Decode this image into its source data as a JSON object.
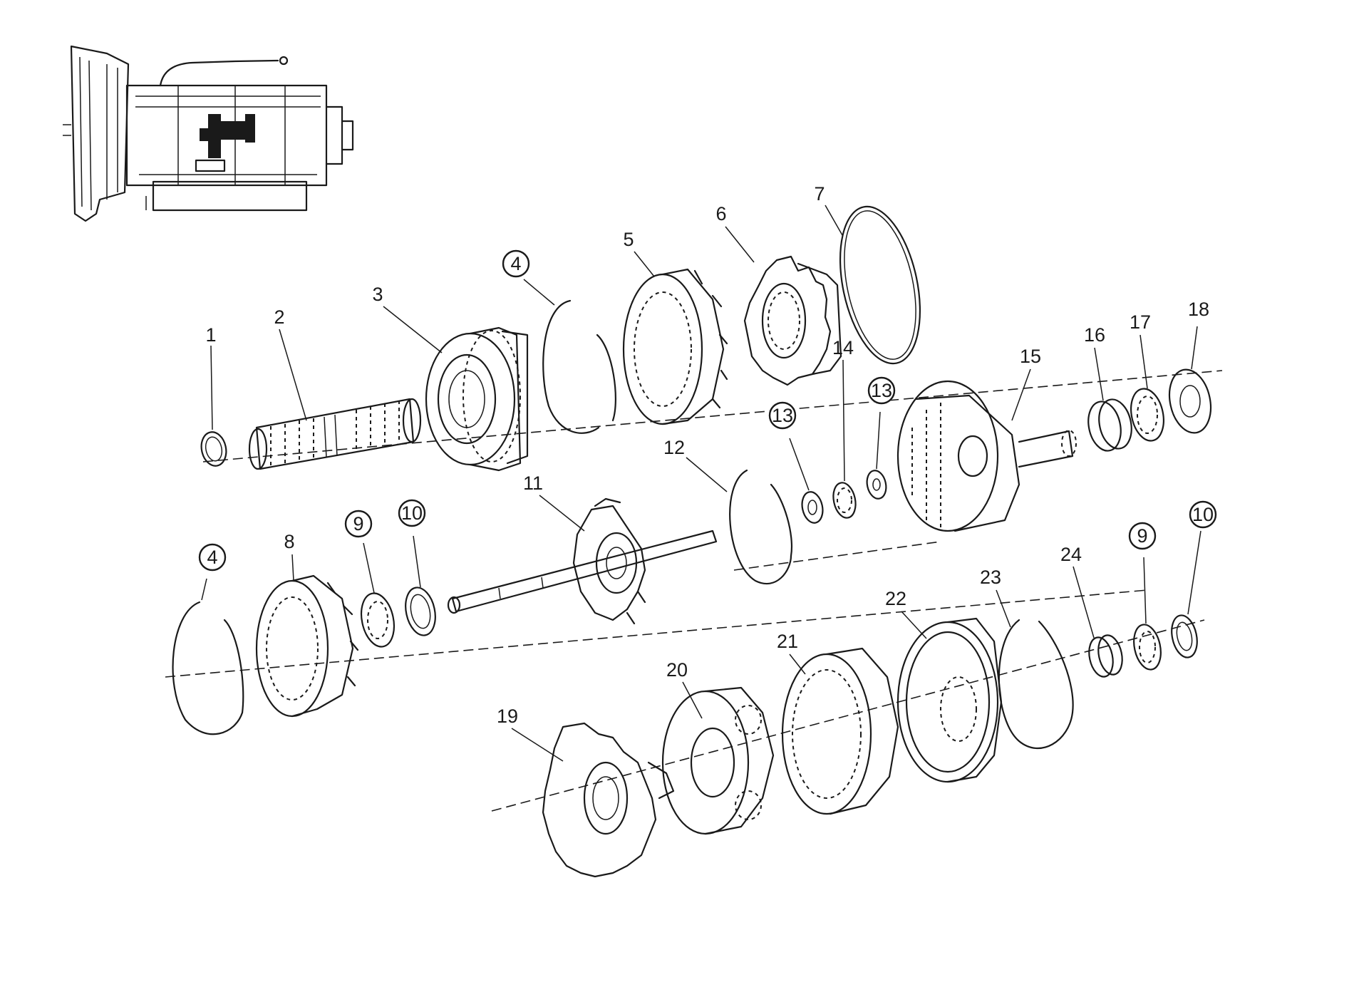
{
  "callouts": [
    {
      "id": "p1",
      "text": "1",
      "circled": false
    },
    {
      "id": "p2",
      "text": "2",
      "circled": false
    },
    {
      "id": "p3",
      "text": "3",
      "circled": false
    },
    {
      "id": "p4a",
      "text": "4",
      "circled": true
    },
    {
      "id": "p5",
      "text": "5",
      "circled": false
    },
    {
      "id": "p6",
      "text": "6",
      "circled": false
    },
    {
      "id": "p7",
      "text": "7",
      "circled": false
    },
    {
      "id": "p8",
      "text": "8",
      "circled": false
    },
    {
      "id": "p9a",
      "text": "9",
      "circled": true
    },
    {
      "id": "p10a",
      "text": "10",
      "circled": true
    },
    {
      "id": "p11",
      "text": "11",
      "circled": false
    },
    {
      "id": "p12",
      "text": "12",
      "circled": false
    },
    {
      "id": "p13a",
      "text": "13",
      "circled": true
    },
    {
      "id": "p14",
      "text": "14",
      "circled": false
    },
    {
      "id": "p13b",
      "text": "13",
      "circled": true
    },
    {
      "id": "p15",
      "text": "15",
      "circled": false
    },
    {
      "id": "p16",
      "text": "16",
      "circled": false
    },
    {
      "id": "p17",
      "text": "17",
      "circled": false
    },
    {
      "id": "p18",
      "text": "18",
      "circled": false
    },
    {
      "id": "p4b",
      "text": "4",
      "circled": true
    },
    {
      "id": "p19",
      "text": "19",
      "circled": false
    },
    {
      "id": "p20",
      "text": "20",
      "circled": false
    },
    {
      "id": "p21",
      "text": "21",
      "circled": false
    },
    {
      "id": "p22",
      "text": "22",
      "circled": false
    },
    {
      "id": "p23",
      "text": "23",
      "circled": false
    },
    {
      "id": "p24",
      "text": "24",
      "circled": false
    },
    {
      "id": "p9b",
      "text": "9",
      "circled": true
    },
    {
      "id": "p10b",
      "text": "10",
      "circled": true
    }
  ]
}
